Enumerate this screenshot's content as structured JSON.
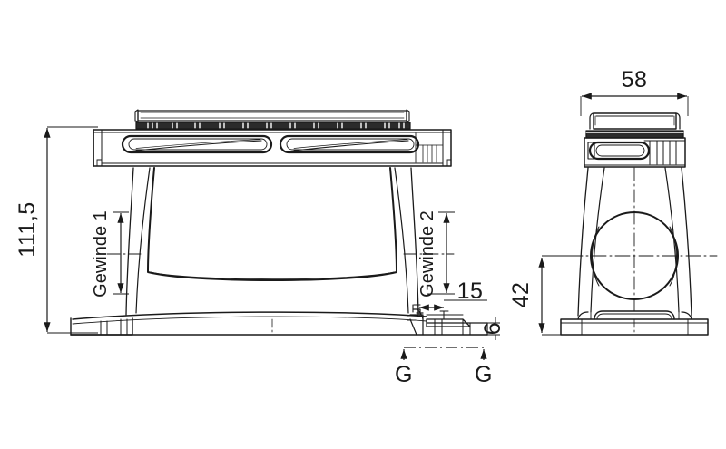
{
  "drawing": {
    "title": "Industrial connector housing — technical drawing",
    "background_color": "#ffffff",
    "line_color": "#1a1a1a",
    "views": [
      {
        "name": "front-elevation-view",
        "position": "left"
      },
      {
        "name": "side-elevation-view",
        "position": "right"
      }
    ]
  },
  "dimensions": {
    "overall_height": "111,5",
    "thread_left_label": "Gewinde 1",
    "thread_right_label": "Gewinde 2",
    "flange_offset": "15",
    "flange_thickness": "6",
    "side_width": "58",
    "side_bore_height": "42",
    "section_marker_left": "G",
    "section_marker_right": "G"
  },
  "units": {
    "system": "mm"
  }
}
